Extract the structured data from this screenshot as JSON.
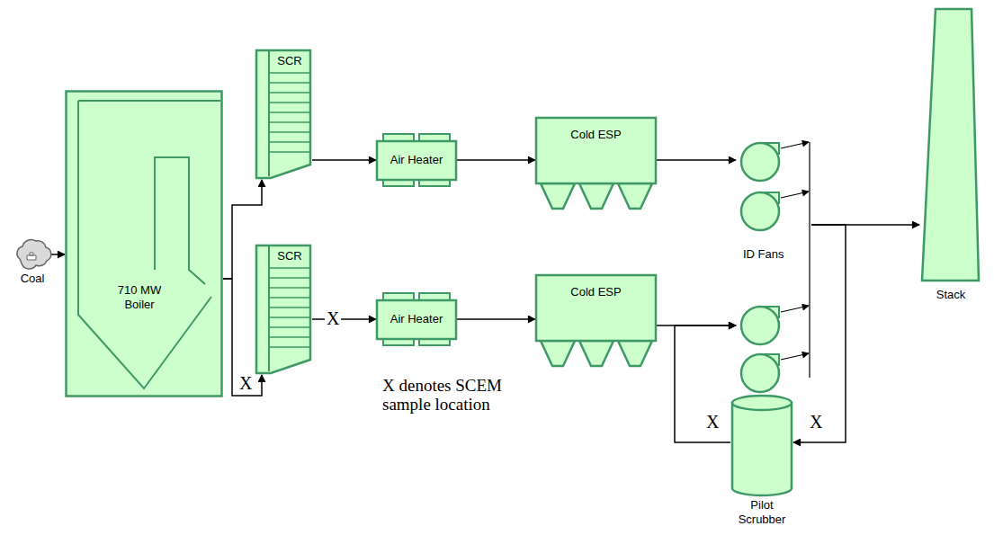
{
  "diagram": {
    "nodes": [
      {
        "text": [
          "Coal"
        ]
      },
      {
        "text": [
          "710 MW Boiler"
        ]
      },
      {
        "text": [
          "SCR"
        ]
      },
      {
        "text": [
          "SCR"
        ]
      },
      {
        "text": [
          "Air Heater"
        ]
      },
      {
        "text": [
          "Air Heater"
        ]
      },
      {
        "text": [
          "Cold ESP"
        ]
      },
      {
        "text": [
          "Cold ESP"
        ]
      },
      {
        "text": [
          "ID Fans"
        ]
      },
      {
        "text": [
          "Stack"
        ]
      },
      {
        "text": [
          "Pilot Scrubber"
        ]
      }
    ],
    "edges": [
      {
        "from": 0,
        "to": 1,
        "arrow": "to"
      },
      {
        "from": 1,
        "to": 2,
        "arrow": "to"
      },
      {
        "from": 1,
        "to": 3,
        "arrow": "to"
      },
      {
        "from": 2,
        "to": 4,
        "arrow": "to"
      },
      {
        "from": 3,
        "to": 5,
        "arrow": "to"
      },
      {
        "from": 4,
        "to": 6,
        "arrow": "to"
      },
      {
        "from": 5,
        "to": 7,
        "arrow": "to"
      },
      {
        "from": 6,
        "to": 8,
        "arrow": "to"
      },
      {
        "from": 7,
        "to": 8,
        "arrow": "to"
      },
      {
        "from": 8,
        "to": 9,
        "arrow": "to"
      },
      {
        "from": 8,
        "to": 10,
        "arrow": "to"
      },
      {
        "from": 10,
        "to": 8,
        "arrow": "to"
      }
    ],
    "labels": [
      "X",
      "X",
      "X",
      "X",
      "X denotes SCEM sample location"
    ]
  }
}
